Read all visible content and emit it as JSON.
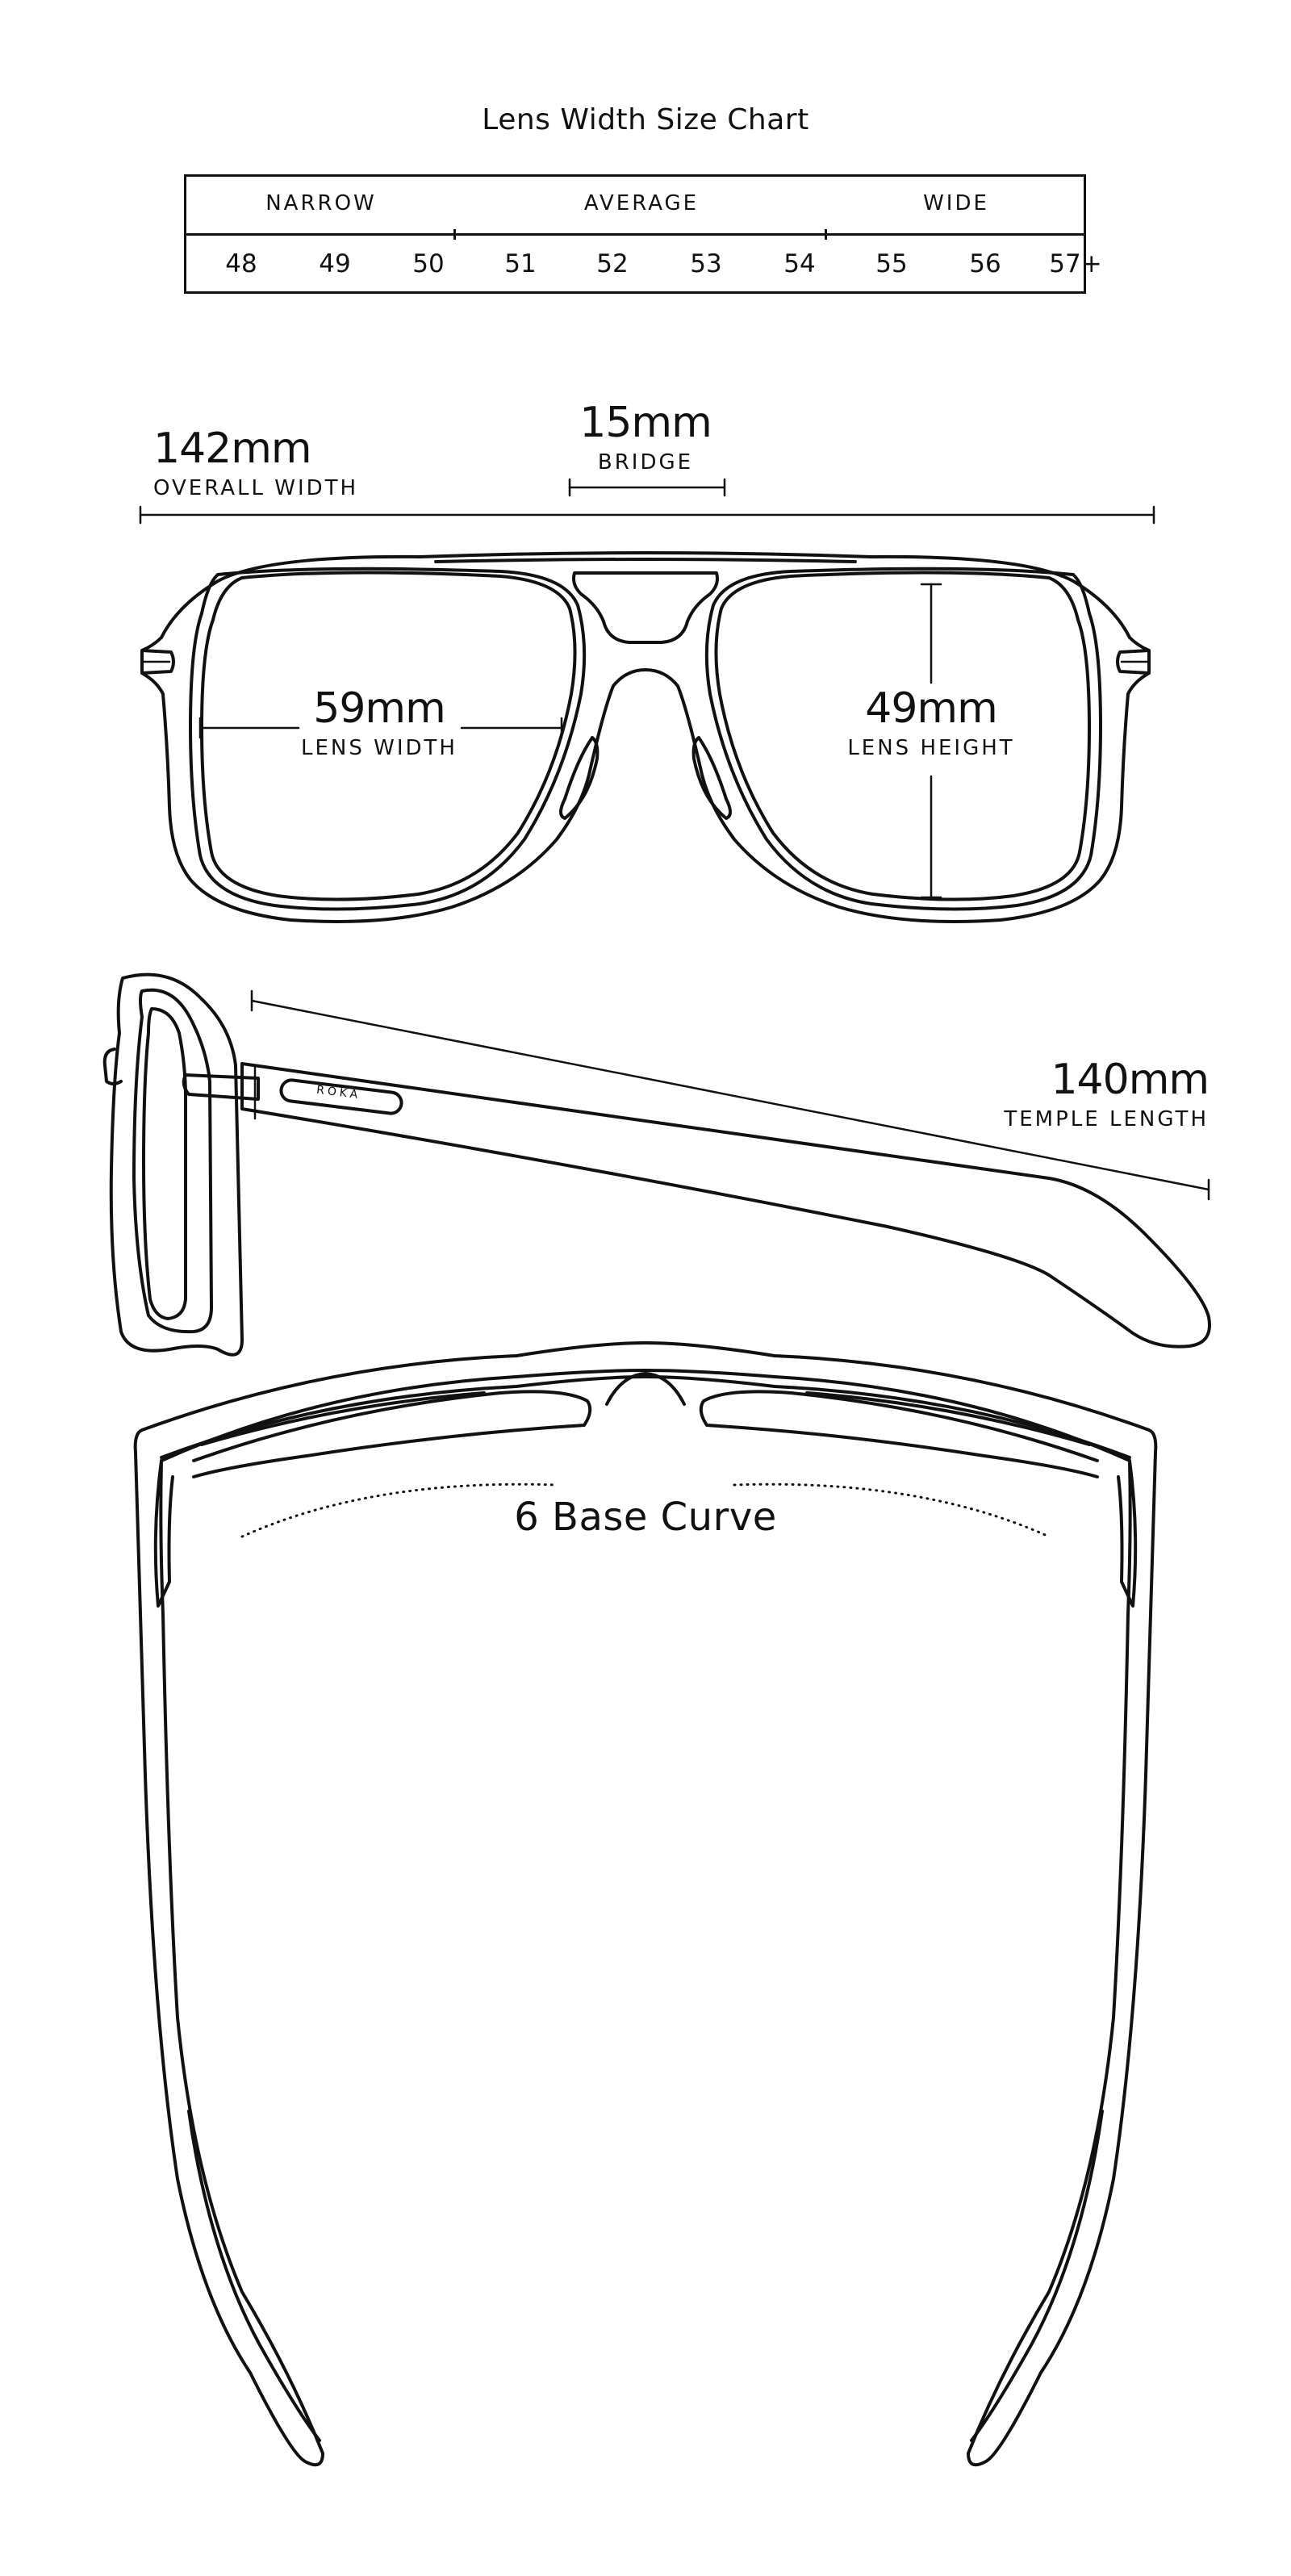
{
  "chart": {
    "title": "Lens Width Size Chart",
    "categories": [
      {
        "label": "NARROW"
      },
      {
        "label": "AVERAGE"
      },
      {
        "label": "WIDE"
      }
    ],
    "sizes": [
      "48",
      "49",
      "50",
      "51",
      "52",
      "53",
      "54",
      "55",
      "56",
      "57+"
    ]
  },
  "measurements": {
    "overall_width": {
      "value": "142mm",
      "label": "OVERALL WIDTH"
    },
    "bridge": {
      "value": "15mm",
      "label": "BRIDGE"
    },
    "lens_width": {
      "value": "59mm",
      "label": "LENS WIDTH"
    },
    "lens_height": {
      "value": "49mm",
      "label": "LENS HEIGHT"
    },
    "temple_length": {
      "value": "140mm",
      "label": "TEMPLE LENGTH"
    }
  },
  "brand": {
    "logo_text": "RŌKA"
  },
  "base_curve": {
    "label": "6 Base Curve"
  }
}
